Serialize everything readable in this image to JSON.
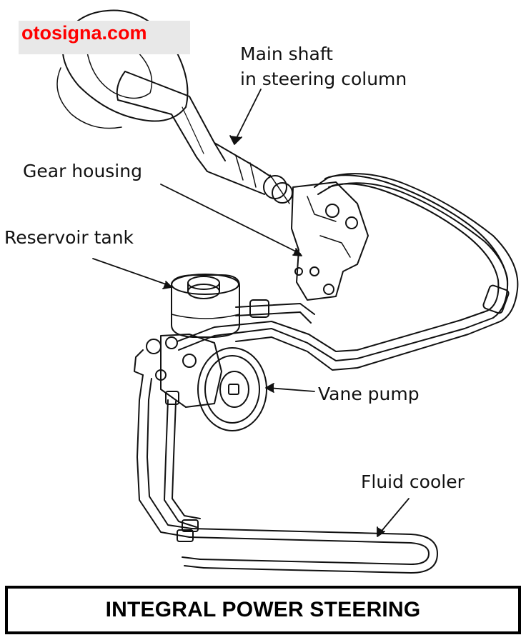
{
  "watermark": {
    "text": "otosigna.com",
    "color": "#ff0000"
  },
  "labels": {
    "main_shaft_line1": "Main shaft",
    "main_shaft_line2": "in steering column",
    "gear_housing": "Gear housing",
    "reservoir_tank": "Reservoir tank",
    "vane_pump": "Vane pump",
    "fluid_cooler": "Fluid cooler"
  },
  "caption": "INTEGRAL POWER STEERING"
}
